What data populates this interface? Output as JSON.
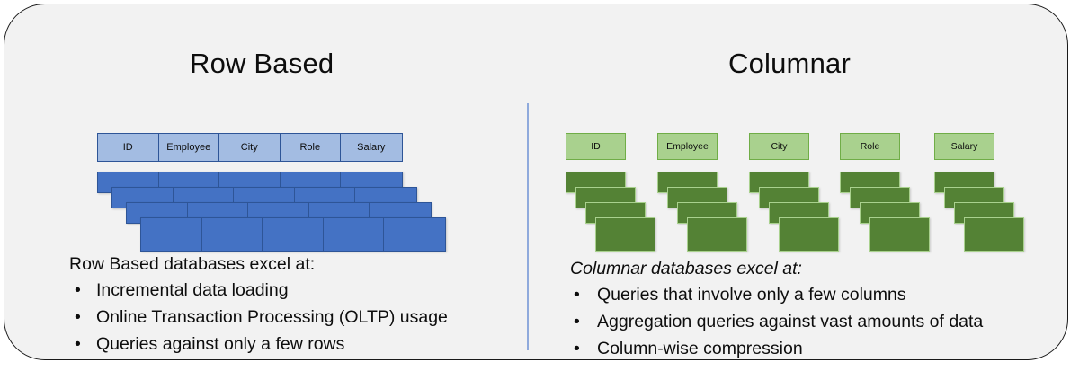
{
  "slide": {
    "background_color": "#f2f2f2",
    "border_color": "#1a1a1a"
  },
  "divider": {
    "color": "#8faadc"
  },
  "row_based": {
    "title": "Row Based",
    "header_fill": "#a3bce2",
    "header_stroke": "#2e5597",
    "row_fill": "#4472c4",
    "row_stroke": "#2e5597",
    "columns": [
      "ID",
      "Employee",
      "City",
      "Role",
      "Salary"
    ],
    "row_count": 4,
    "lead": "Row Based databases excel at:",
    "bullet_char": "•",
    "bullets": [
      "Incremental data loading",
      "Online Transaction Processing (OLTP) usage",
      "Queries against only a few rows"
    ]
  },
  "columnar": {
    "title": "Columnar",
    "header_fill": "#a9d18e",
    "header_stroke": "#70ad47",
    "card_fill": "#548235",
    "card_stroke": "#a9d18e",
    "columns": [
      "ID",
      "Employee",
      "City",
      "Role",
      "Salary"
    ],
    "cards_per_column": 4,
    "lead": "Columnar databases excel at:",
    "bullet_char": "•",
    "bullets": [
      "Queries that involve only a few columns",
      "Aggregation queries against vast amounts of data",
      "Column-wise compression"
    ]
  }
}
